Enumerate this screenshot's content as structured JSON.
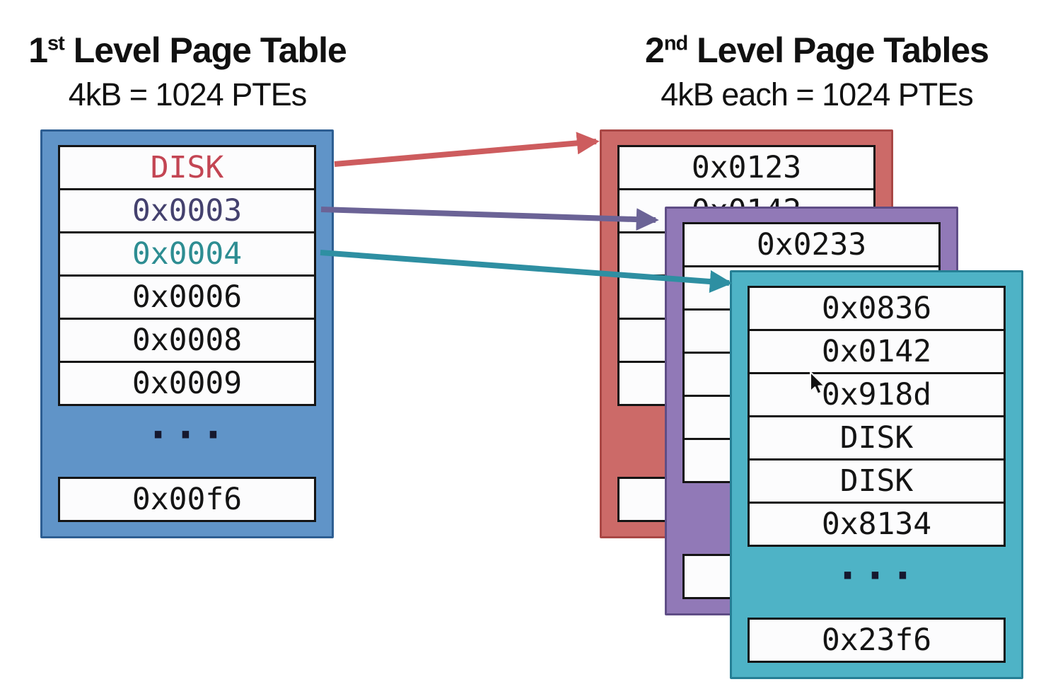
{
  "left_header": {
    "number": "1",
    "ordinal": "st",
    "title": " Level Page Table",
    "subtitle": "4kB = 1024 PTEs"
  },
  "right_header": {
    "number": "2",
    "ordinal": "nd",
    "title": " Level Page Tables",
    "subtitle": "4kB each = 1024 PTEs"
  },
  "level1_table": {
    "rows": [
      "DISK",
      "0x0003",
      "0x0004",
      "0x0006",
      "0x0008",
      "0x0009"
    ],
    "ellipsis": "...",
    "last_row": "0x00f6"
  },
  "red_table": {
    "rows": [
      "0x0123",
      "0x0142",
      "",
      "",
      "",
      ""
    ],
    "ellipsis": "",
    "last_row": ""
  },
  "purple_table": {
    "rows": [
      "0x0233",
      "",
      "",
      "",
      "",
      ""
    ],
    "ellipsis": "",
    "last_row": ""
  },
  "teal_table": {
    "rows": [
      "0x0836",
      "0x0142",
      "0x918d",
      "DISK",
      "DISK",
      "0x8134"
    ],
    "ellipsis": "...",
    "last_row": "0x23f6"
  },
  "colors": {
    "level1_box_fill": "#6094c8",
    "level1_box_border": "#2d5e92",
    "red_box_fill": "#cc6a68",
    "red_box_border": "#a94745",
    "purple_box_fill": "#9179b7",
    "purple_box_border": "#5f4d86",
    "teal_box_fill": "#4eb3c6",
    "teal_box_border": "#257f95",
    "cell_background": "#fcfcfd",
    "cell_border": "#141414",
    "disk_entry_text": "#c34553",
    "entry_0x0003_text": "#44416e",
    "entry_0x0004_text": "#2d8d92",
    "arrow_red": "#cd5c5e",
    "arrow_purple": "#6b6396",
    "arrow_teal": "#2e8fa2"
  }
}
